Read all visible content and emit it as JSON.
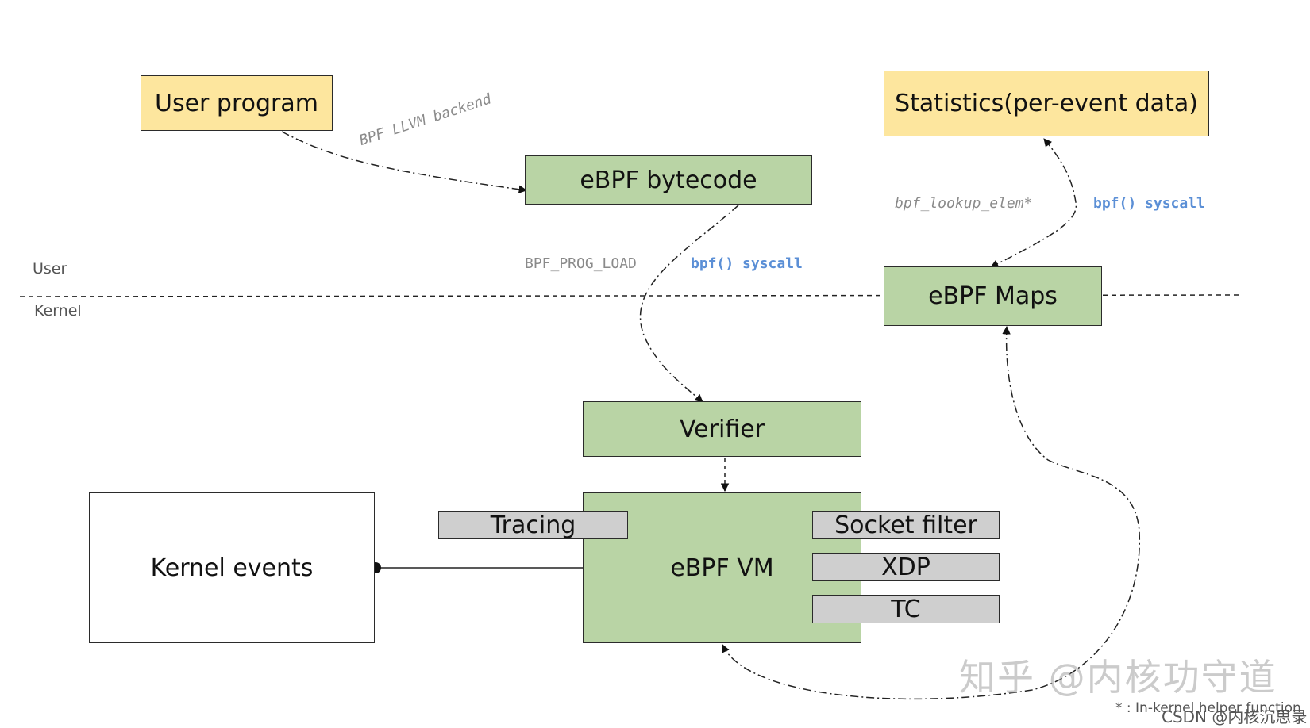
{
  "zones": {
    "user": "User",
    "kernel": "Kernel"
  },
  "boxes": {
    "user_program": "User program",
    "ebpf_bytecode": "eBPF bytecode",
    "statistics": "Statistics(per-event data)",
    "ebpf_maps": "eBPF Maps",
    "verifier": "Verifier",
    "ebpf_vm": "eBPF VM",
    "kernel_events": "Kernel events",
    "tracing": "Tracing",
    "socket_filter": "Socket filter",
    "xdp": "XDP",
    "tc": "TC"
  },
  "edge_labels": {
    "llvm_backend": "BPF LLVM backend",
    "prog_load": "BPF_PROG_LOAD",
    "prog_load_syscall": "bpf() syscall",
    "lookup_elem": "bpf_lookup_elem*",
    "lookup_syscall": "bpf() syscall"
  },
  "footnote": "* : In-kernel helper function",
  "watermarks": {
    "zhihu": "知乎 @内核功守道",
    "csdn": "CSDN @内核沉思录"
  },
  "colors": {
    "user_box": "#fde69e",
    "kernel_box": "#b9d4a5",
    "hook_box": "#cfcfcf",
    "syscall_text": "#5b8fd6"
  }
}
